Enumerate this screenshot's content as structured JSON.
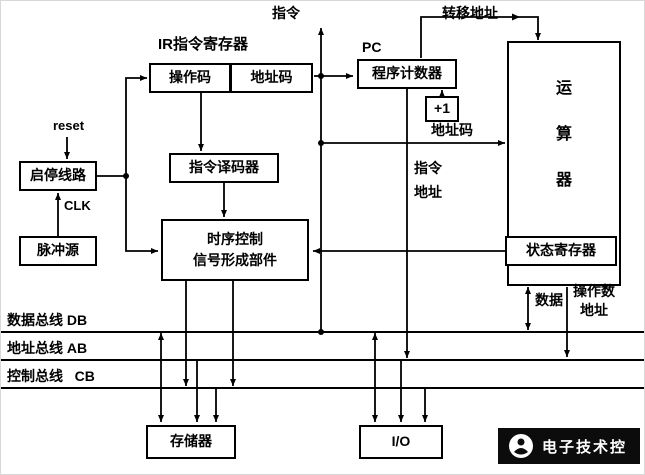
{
  "labels": {
    "instruction_top": "指令",
    "branch_address": "转移地址",
    "ir_register": "IR指令寄存器",
    "pc_abbrev": "PC",
    "reset": "reset",
    "clk": "CLK",
    "address_code_right": "地址码",
    "instr_addr_line1": "指令",
    "instr_addr_line2": "地址",
    "data": "数据",
    "operand_line1": "操作数",
    "operand_line2": "地址",
    "db_bus": "数据总线 DB",
    "ab_bus": "地址总线 AB",
    "cb_bus": "控制总线   CB"
  },
  "boxes": {
    "opcode": "操作码",
    "address_code": "地址码",
    "program_counter": "程序计数器",
    "plus_one": "+1",
    "alu_chars": [
      "运",
      "算",
      "器"
    ],
    "start_stop": "启停线路",
    "pulse_source": "脉冲源",
    "decoder": "指令译码器",
    "timing_line1": "时序控制",
    "timing_line2": "信号形成部件",
    "status_register": "状态寄存器",
    "memory": "存储器",
    "io": "I/O"
  },
  "watermark": {
    "text": "电子技术控"
  },
  "colors": {
    "line": "#000000",
    "background": "#ffffff",
    "watermark_bg": "#0c0c0c",
    "watermark_text": "#ffffff"
  }
}
